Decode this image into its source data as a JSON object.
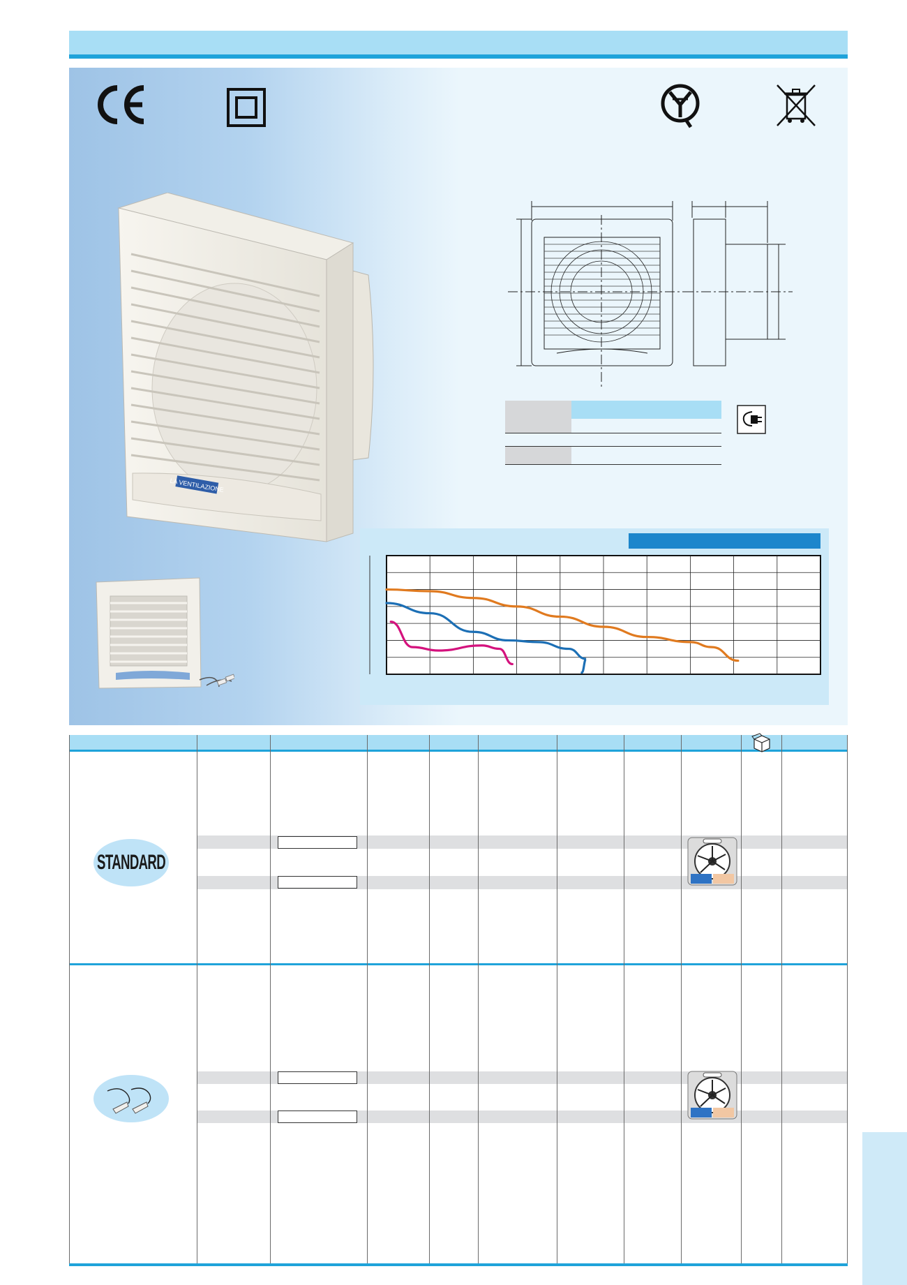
{
  "logos": {
    "ce_mark": "CE",
    "imq_mark": "IMQ",
    "double_insulation": "double-insulation-symbol",
    "weee": "crossed-bin-symbol"
  },
  "product": {
    "brand_text": "LA VENTILAZIONE"
  },
  "variants": {
    "standard_label": "STANDARD",
    "cord_icon": "pull-cord-icon"
  },
  "table_header_icon": "package-box-icon",
  "colors": {
    "accent": "#1fa3da",
    "header_band": "#a8def5",
    "curve_orange": "#e07a1f",
    "curve_blue": "#1c6fb5",
    "curve_magenta": "#d4127d"
  },
  "chart_data": {
    "type": "line",
    "title": "",
    "xlabel": "",
    "ylabel": "",
    "x_divisions": 10,
    "y_divisions": 7,
    "xlim": [
      0,
      10
    ],
    "ylim": [
      0,
      7
    ],
    "grid": true,
    "series": [
      {
        "color": "#e07a1f",
        "points": [
          [
            0,
            5.0
          ],
          [
            1,
            4.9
          ],
          [
            2,
            4.5
          ],
          [
            3,
            4.0
          ],
          [
            4,
            3.4
          ],
          [
            5,
            2.8
          ],
          [
            6,
            2.2
          ],
          [
            7,
            1.9
          ],
          [
            7.5,
            1.6
          ],
          [
            8.1,
            0.8
          ]
        ]
      },
      {
        "color": "#1c6fb5",
        "points": [
          [
            0,
            4.2
          ],
          [
            1,
            3.6
          ],
          [
            2,
            2.5
          ],
          [
            2.8,
            2.0
          ],
          [
            3.5,
            1.9
          ],
          [
            4.2,
            1.5
          ],
          [
            4.6,
            0.9
          ],
          [
            4.5,
            0.1
          ]
        ]
      },
      {
        "color": "#d4127d",
        "points": [
          [
            0.1,
            3.1
          ],
          [
            0.6,
            1.6
          ],
          [
            1.2,
            1.4
          ],
          [
            2.2,
            1.7
          ],
          [
            2.6,
            1.5
          ],
          [
            2.9,
            0.6
          ]
        ]
      }
    ]
  }
}
